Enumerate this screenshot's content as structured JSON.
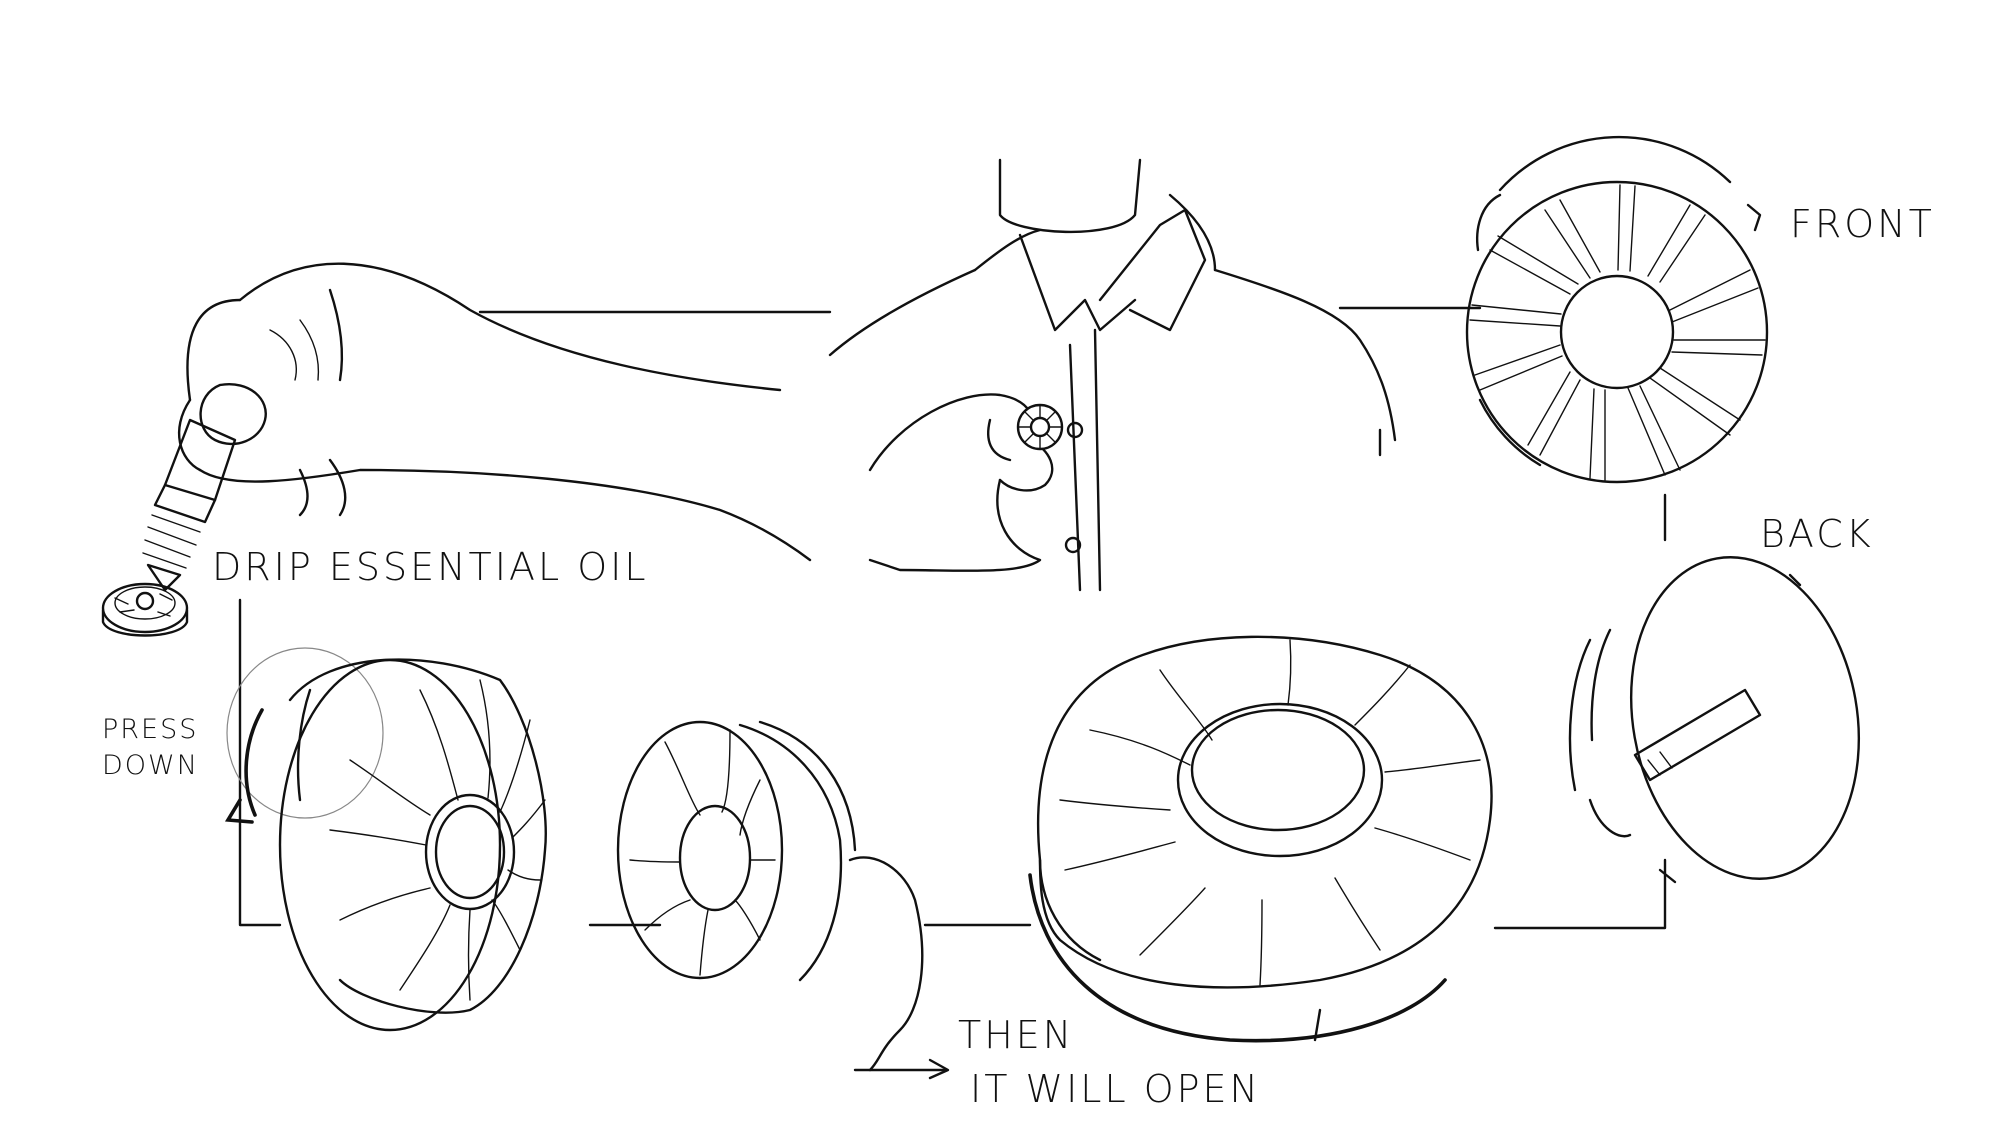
{
  "labels": {
    "drip": "DRIP ESSENTIAL OIL",
    "front": "FRONT",
    "back": "BACK",
    "press_line1": "PRESS",
    "press_line2": "DOWN",
    "then_line1": "THEN",
    "then_line2": "IT WILL OPEN"
  },
  "colors": {
    "ink": "#111111",
    "paper": "#ffffff"
  }
}
